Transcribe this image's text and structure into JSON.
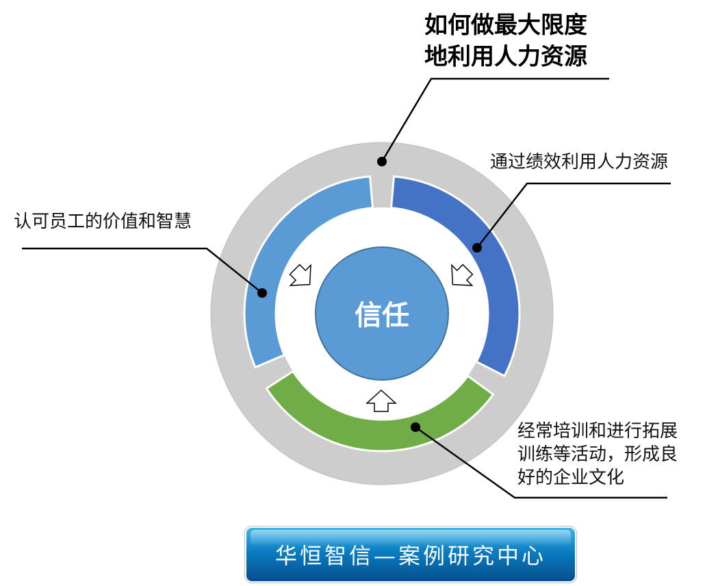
{
  "title": {
    "line1": "如何做最大限度",
    "line2": "地利用人力资源"
  },
  "center": {
    "label": "信任"
  },
  "labels": {
    "left": "认可员工的价值和智慧",
    "right": "通过绩效利用人力资源",
    "bottom": [
      "经常培训和进行拓展",
      "训练等活动，形成良",
      "好的企业文化"
    ]
  },
  "banner": {
    "text": "华恒智信—案例研究中心"
  },
  "colors": {
    "outer_ring": "#cdcdcd",
    "left_arc": "#5b9bd5",
    "right_arc": "#4472c4",
    "bottom_arc": "#70ad47",
    "center": "#5b9bd5"
  }
}
